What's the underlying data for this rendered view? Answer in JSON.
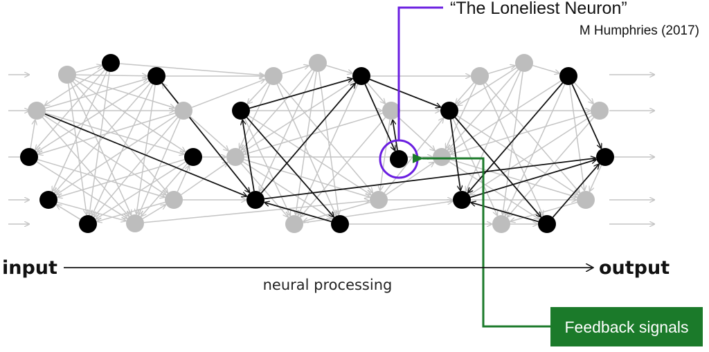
{
  "title": "“The Loneliest Neuron”",
  "citation": "M Humphries (2017)",
  "input_label": "input",
  "output_label": "output",
  "axis_label": "neural processing",
  "feedback_label": "Feedback signals",
  "colors": {
    "active_neuron": "#000000",
    "inactive_neuron": "#bdbdbd",
    "active_edge": "#111111",
    "inactive_edge": "#c4c4c4",
    "highlight": "#6a1ee0",
    "feedback": "#1b7a2a",
    "feedback_box_text": "#ffffff"
  }
}
